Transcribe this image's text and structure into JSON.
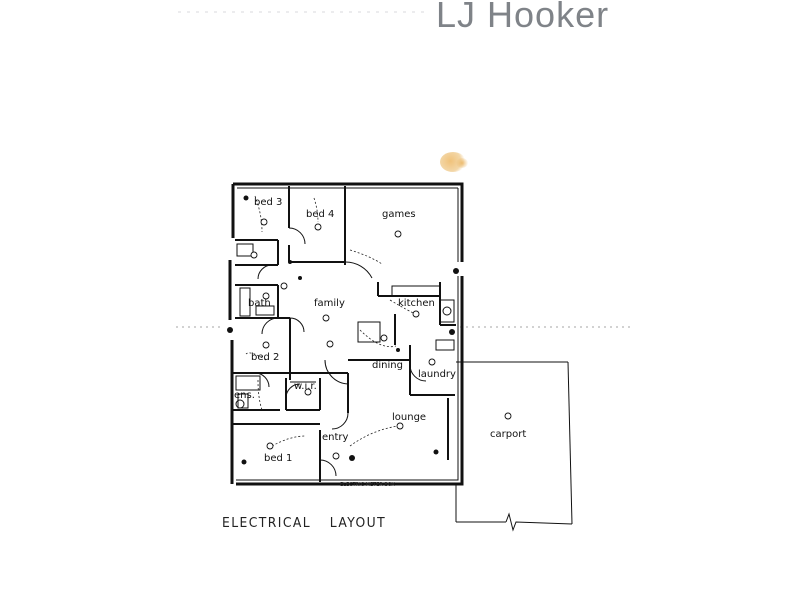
{
  "brand": {
    "name": "LJ Hooker",
    "color": "#7f8388"
  },
  "plan": {
    "title": "ELECTRICAL LAYOUT",
    "rooms": {
      "bed3": "bed 3",
      "bed4": "bed 4",
      "games": "games",
      "bath": "bath",
      "family": "family",
      "kitchen": "kitchen",
      "bed2": "bed 2",
      "dining": "dining",
      "laundry": "laundry",
      "ens": "ens.",
      "wir": "w.i.r.",
      "lounge": "lounge",
      "carport": "carport",
      "entry": "entry",
      "bed1": "bed 1"
    },
    "meter_label": "ELECTRIC METER BOX"
  }
}
